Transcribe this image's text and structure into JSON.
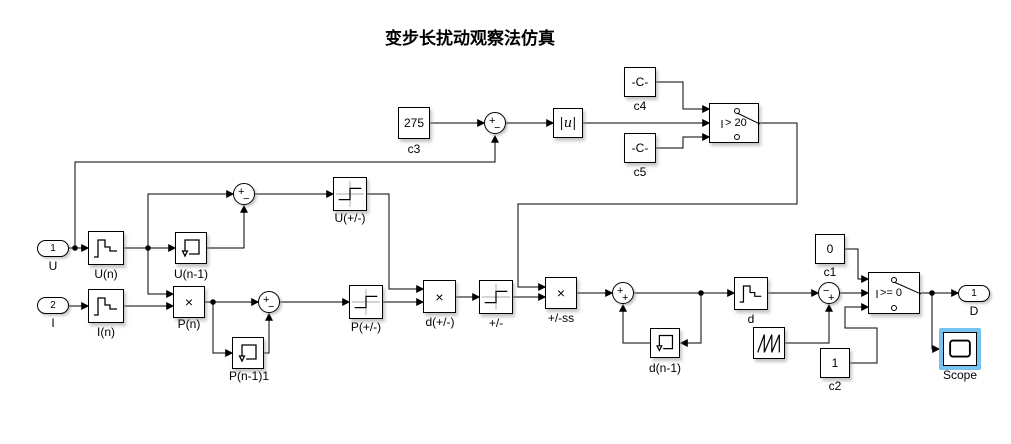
{
  "title": "变步长扰动观察法仿真",
  "colors": {
    "selection_highlight": "#74c3f0"
  },
  "blocks": {
    "in_u": {
      "port": "1",
      "label": "U"
    },
    "in_i": {
      "port": "2",
      "label": "I"
    },
    "zoh_un": {
      "label": "U(n)"
    },
    "mem_un1": {
      "label": "U(n-1)"
    },
    "zoh_in": {
      "label": "I(n)"
    },
    "prod_pn": {
      "op": "×",
      "label": "P(n)"
    },
    "mem_pn1": {
      "label": "P(n-1)1"
    },
    "sum_u": {
      "sign_a": "+",
      "sign_b": "−"
    },
    "relay_u": {
      "label": "U(+/-)"
    },
    "sum_p": {
      "sign_a": "+",
      "sign_b": "−"
    },
    "relay_p": {
      "label": "P(+/-)"
    },
    "prod_d": {
      "op": "×",
      "label": "d(+/-)"
    },
    "relay_pm": {
      "label": "+/-"
    },
    "prod_ss": {
      "op": "×",
      "label": "+/-ss"
    },
    "sum_d": {
      "sign_a": "+",
      "sign_b": "+"
    },
    "mem_dn1": {
      "label": "d(n-1)"
    },
    "zoh_d": {
      "label": "d"
    },
    "sum_pwm": {
      "sign_a": "−",
      "sign_b": "+"
    },
    "c3": {
      "value": "275",
      "label": "c3"
    },
    "sum_ref": {
      "sign_a": "+",
      "sign_b": "−"
    },
    "abs": {
      "value": "|u|"
    },
    "c4": {
      "value": "-C-",
      "label": "c4"
    },
    "c5": {
      "value": "-C-",
      "label": "c5"
    },
    "switch_20": {
      "condition": "> 20"
    },
    "c1": {
      "value": "0",
      "label": "c1"
    },
    "c2": {
      "value": "1",
      "label": "c2"
    },
    "switch_0": {
      "condition": ">= 0"
    },
    "out_d": {
      "port": "1",
      "label": "D"
    },
    "scope": {
      "label": "Scope"
    }
  }
}
